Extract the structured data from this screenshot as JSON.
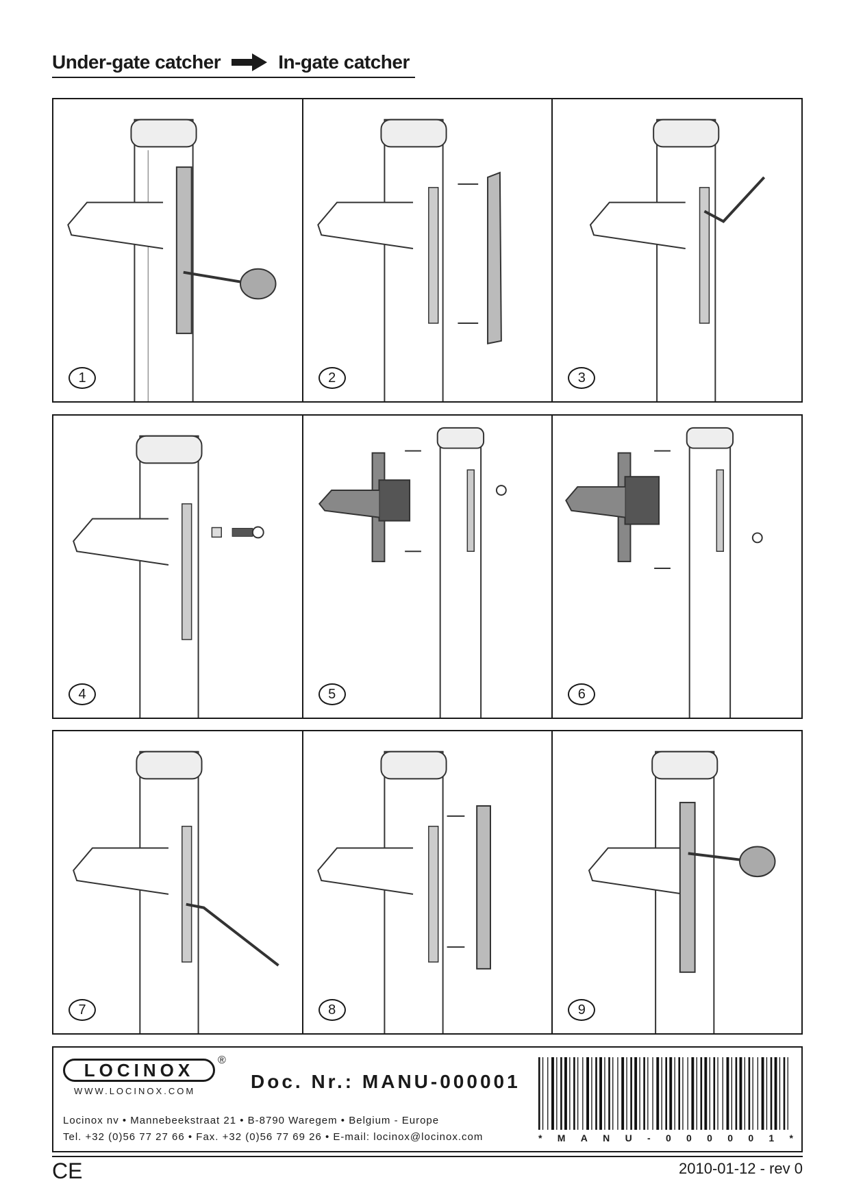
{
  "header": {
    "left_title": "Under-gate catcher",
    "right_title": "In-gate catcher",
    "arrow_icon": "right-arrow-icon"
  },
  "steps": [
    {
      "number": "1"
    },
    {
      "number": "2"
    },
    {
      "number": "3"
    },
    {
      "number": "4"
    },
    {
      "number": "5"
    },
    {
      "number": "6"
    },
    {
      "number": "7"
    },
    {
      "number": "8"
    },
    {
      "number": "9"
    }
  ],
  "footer": {
    "logo": "LOCINOX",
    "registered": "®",
    "website": "WWW.LOCINOX.COM",
    "doc_number": "Doc. Nr.: MANU-000001",
    "address": "Locinox nv • Mannebeekstraat 21 • B-8790 Waregem • Belgium - Europe",
    "contact": "Tel. +32 (0)56 77 27 66 • Fax. +32 (0)56 77 69 26 • E-mail: locinox@locinox.com",
    "barcode_chars": [
      "*",
      "M",
      "A",
      "N",
      "U",
      "-",
      "0",
      "0",
      "0",
      "0",
      "0",
      "1",
      "*"
    ]
  },
  "bottom": {
    "ce_mark": "CE",
    "date_rev": "2010-01-12 - rev 0"
  }
}
